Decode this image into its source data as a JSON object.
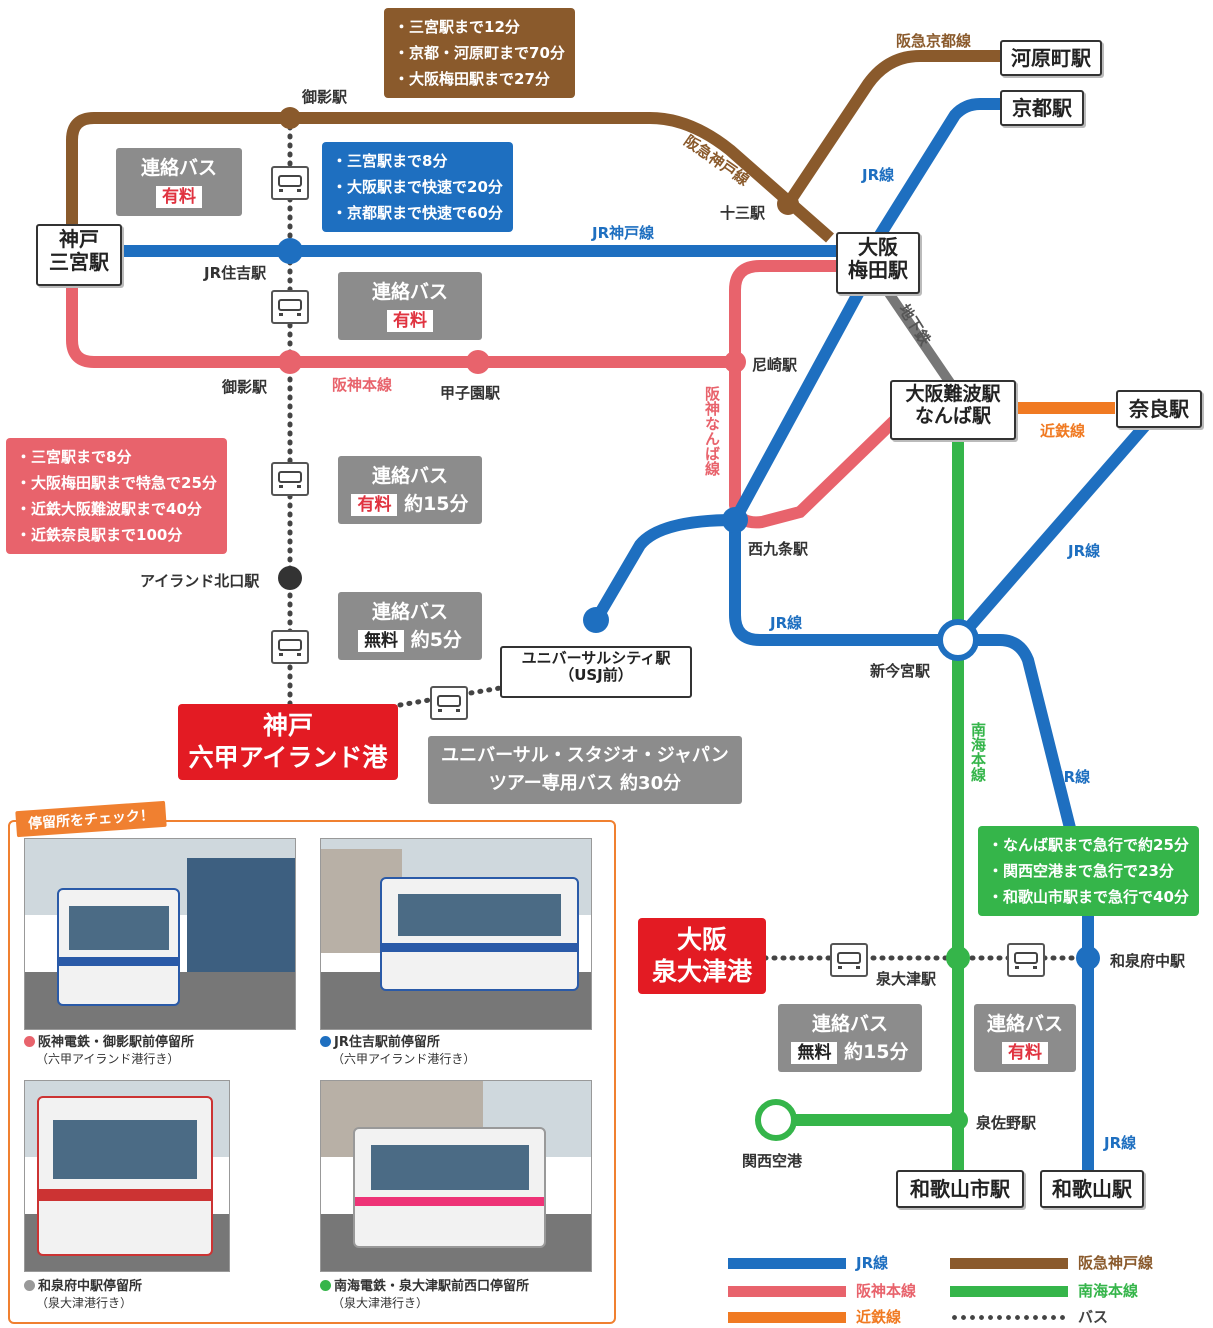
{
  "colors": {
    "jr": "#1e6fc0",
    "hanshin": "#e8636c",
    "hankyu": "#8a5a2c",
    "nankai": "#35b54a",
    "kintetsu": "#f07a22",
    "bus_box": "#8c8c8c",
    "port": "#e31b23",
    "panel_border": "#f08030"
  },
  "stations": {
    "kawaramachi": "河原町駅",
    "kyoto": "京都駅",
    "osaka_umeda": "大阪\n梅田駅",
    "kobe_sannomiya": "神戸\n三宮駅",
    "namba": "大阪難波駅\nなんば駅",
    "nara": "奈良駅",
    "wakayamashi": "和歌山市駅",
    "wakayama": "和歌山駅"
  },
  "labels": {
    "mikage_hankyu": "御影駅",
    "juso": "十三駅",
    "jr_sumiyoshi": "JR住吉駅",
    "mikage_hanshin": "御影駅",
    "koshien": "甲子園駅",
    "amagasaki": "尼崎駅",
    "nishikujo": "西九条駅",
    "island_kita": "アイランド北口駅",
    "shin_imamiya": "新今宮駅",
    "izumiotsu": "泉大津駅",
    "izumifuchu": "和泉府中駅",
    "izumisano": "泉佐野駅",
    "kansai_airport": "関西空港",
    "usj_station": "ユニバーサルシティ駅\n（USJ前）"
  },
  "line_labels": {
    "hankyu_kyoto": "阪急京都線",
    "hankyu_kobe": "阪急神戸線",
    "jr_kobe": "JR神戸線",
    "jr1": "JR線",
    "jr2": "JR線",
    "jr3": "JR線",
    "jr4": "JR線",
    "jr5": "JR線",
    "subway": "地下鉄",
    "hanshin_main": "阪神本線",
    "hanshin_namba": "阪神なんば線",
    "kintetsu": "近鉄線",
    "nankai": "南海本線"
  },
  "info_boxes": {
    "hankyu": [
      "三宮駅まで12分",
      "京都・河原町まで70分",
      "大阪梅田駅まで27分"
    ],
    "jr": [
      "三宮駅まで8分",
      "大阪駅まで快速で20分",
      "京都駅まで快速で60分"
    ],
    "hanshin": [
      "三宮駅まで8分",
      "大阪梅田駅まで特急で25分",
      "近鉄大阪難波駅まで40分",
      "近鉄奈良駅まで100分"
    ],
    "nankai": [
      "なんば駅まで急行で約25分",
      "関西空港まで急行で23分",
      "和歌山市駅まで急行で40分"
    ]
  },
  "bus_boxes": {
    "b1": {
      "title": "連絡バス",
      "tag": "有料",
      "time": ""
    },
    "b2": {
      "title": "連絡バス",
      "tag": "有料",
      "time": ""
    },
    "b3": {
      "title": "連絡バス",
      "tag": "有料",
      "time": "約15分"
    },
    "b4": {
      "title": "連絡バス",
      "tag": "無料",
      "time": "約5分"
    },
    "b5": {
      "title": "連絡バス",
      "tag": "無料",
      "time": "約15分"
    },
    "b6": {
      "title": "連絡バス",
      "tag": "有料",
      "time": ""
    },
    "usj": {
      "line1": "ユニバーサル・スタジオ・ジャパン",
      "line2": "ツアー専用バス 約30分"
    }
  },
  "ports": {
    "kobe": "神戸\n六甲アイランド港",
    "osaka": "大阪\n泉大津港"
  },
  "photo_panel": {
    "title": "停留所をチェック！",
    "captions": [
      {
        "name": "阪神電鉄・御影駅前停留所",
        "sub": "（六甲アイランド港行き）",
        "dot": "#e8636c"
      },
      {
        "name": "JR住吉駅前停留所",
        "sub": "（六甲アイランド港行き）",
        "dot": "#1e6fc0"
      },
      {
        "name": "和泉府中駅停留所",
        "sub": "（泉大津港行き）",
        "dot": "#999999"
      },
      {
        "name": "南海電鉄・泉大津駅前西口停留所",
        "sub": "（泉大津港行き）",
        "dot": "#35b54a"
      }
    ]
  },
  "legend": {
    "jr": "JR線",
    "hankyu": "阪急神戸線",
    "hanshin": "阪神本線",
    "nankai": "南海本線",
    "kintetsu": "近鉄線",
    "bus": "バス"
  }
}
